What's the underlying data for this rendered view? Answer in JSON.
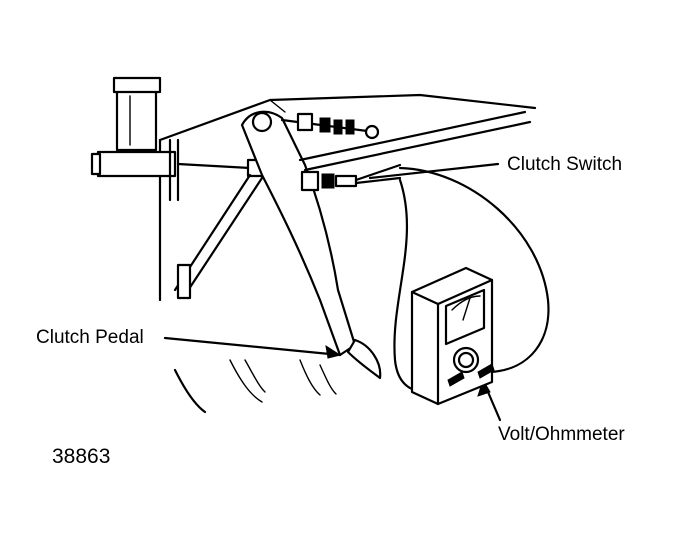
{
  "labels": {
    "clutch_switch": "Clutch Switch",
    "clutch_pedal": "Clutch Pedal",
    "volt_ohmmeter": "Volt/Ohmmeter",
    "figure_number": "38863"
  }
}
